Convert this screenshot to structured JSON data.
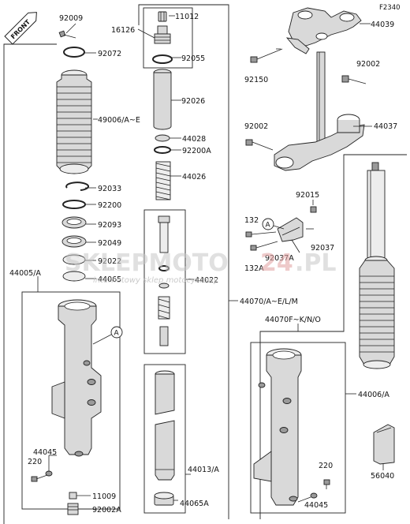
{
  "diagram_code": "F2340",
  "front_tag": "FRONT",
  "callout_letter": "A",
  "watermark": {
    "brand_a": "SKLEPMOTO",
    "brand_b": "24",
    "tld": ".PL",
    "tagline": "internetowy sklep motocyklowy"
  },
  "labels": {
    "p92009": "92009",
    "p92072": "92072",
    "p16126": "16126",
    "p11012": "11012",
    "p92055": "92055",
    "p44039": "44039",
    "p49006": "49006/A~E",
    "p92026": "92026",
    "p92150": "92150",
    "p92002a": "92002",
    "p92002b": "92002",
    "p44037": "44037",
    "p44028": "44028",
    "p92200A": "92200A",
    "p44026": "44026",
    "p92033": "92033",
    "p92200": "92200",
    "p92093": "92093",
    "p92049": "92049",
    "p92022": "92022",
    "p44065": "44065",
    "p92015": "92015",
    "p132": "132",
    "p92037": "92037",
    "p92037A": "92037A",
    "p132A": "132A",
    "p44005": "44005/A",
    "p44022": "44022",
    "p44070a": "44070/A~E/L/M",
    "p44070b": "44070F~K/N/O",
    "p44006": "44006/A",
    "p44045a": "44045",
    "p220a": "220",
    "p220b": "220",
    "p44045b": "44045",
    "p56040": "56040",
    "p44013": "44013/A",
    "p11009": "11009",
    "p92002A": "92002A",
    "p44065A": "44065A"
  }
}
